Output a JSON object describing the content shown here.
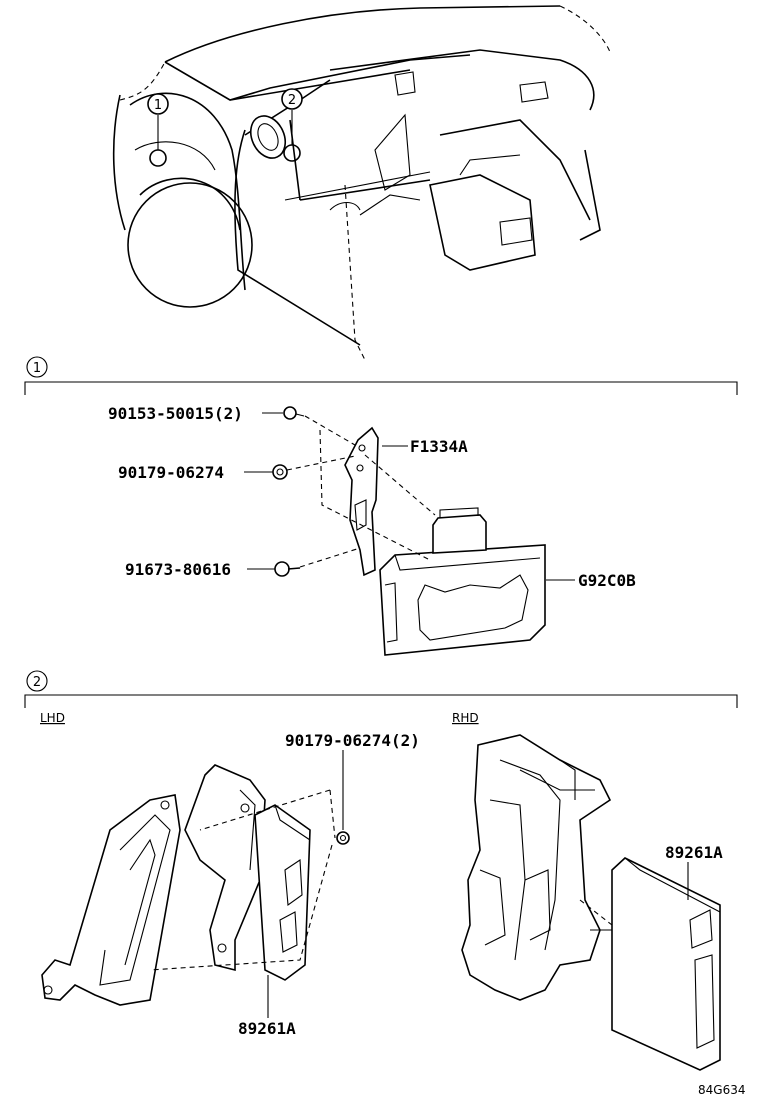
{
  "callouts": {
    "one": "1",
    "two": "2"
  },
  "section1": {
    "ref_number": "1",
    "parts": {
      "bolt_top": "90153-50015(2)",
      "nut": "90179-06274",
      "screw": "91673-80616",
      "bracket": "F1334A",
      "module": "G92C0B"
    }
  },
  "section2": {
    "ref_number": "2",
    "lhd_label": "LHD",
    "rhd_label": "RHD",
    "parts": {
      "nut": "90179-06274(2)",
      "ecu_lhd": "89261A",
      "ecu_rhd": "89261A"
    }
  },
  "diagram_code": "84G634"
}
